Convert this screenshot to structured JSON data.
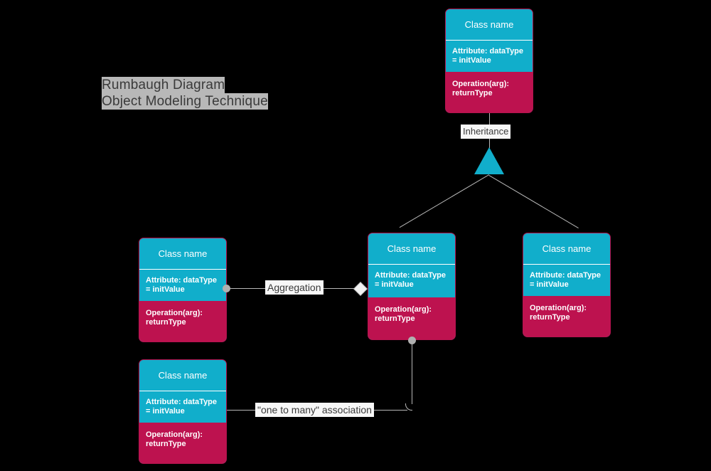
{
  "diagram": {
    "title_line1": "Rumbaugh Diagram",
    "title_line2": "Object Modeling Technique",
    "background_color": "#000000",
    "class_header_color": "#11aecb",
    "class_operation_color": "#bd124f",
    "connector_color": "#b8b8b8",
    "label_text_color": "#3a3a3a"
  },
  "classes": [
    {
      "id": "class-top",
      "name": "Class name",
      "attribute": "Attribute: dataType\n= initValue",
      "operation": "Operation(arg):\nreturnType"
    },
    {
      "id": "class-left",
      "name": "Class name",
      "attribute": "Attribute: dataType\n= initValue",
      "operation": "Operation(arg):\nreturnType"
    },
    {
      "id": "class-center",
      "name": "Class name",
      "attribute": "Attribute: dataType\n= initValue",
      "operation": "Operation(arg):\nreturnType"
    },
    {
      "id": "class-right",
      "name": "Class name",
      "attribute": "Attribute: dataType\n= initValue",
      "operation": "Operation(arg):\nreturnType"
    },
    {
      "id": "class-bottom-left",
      "name": "Class name",
      "attribute": "Attribute: dataType\n= initValue",
      "operation": "Operation(arg):\nreturnType"
    }
  ],
  "relationships": [
    {
      "id": "inheritance",
      "label": "Inheritance",
      "marker": "hollow-triangle"
    },
    {
      "id": "aggregation",
      "label": "Aggregation",
      "marker": "diamond"
    },
    {
      "id": "one-to-many",
      "label": "\"one to many\" association",
      "marker": "dot"
    }
  ]
}
